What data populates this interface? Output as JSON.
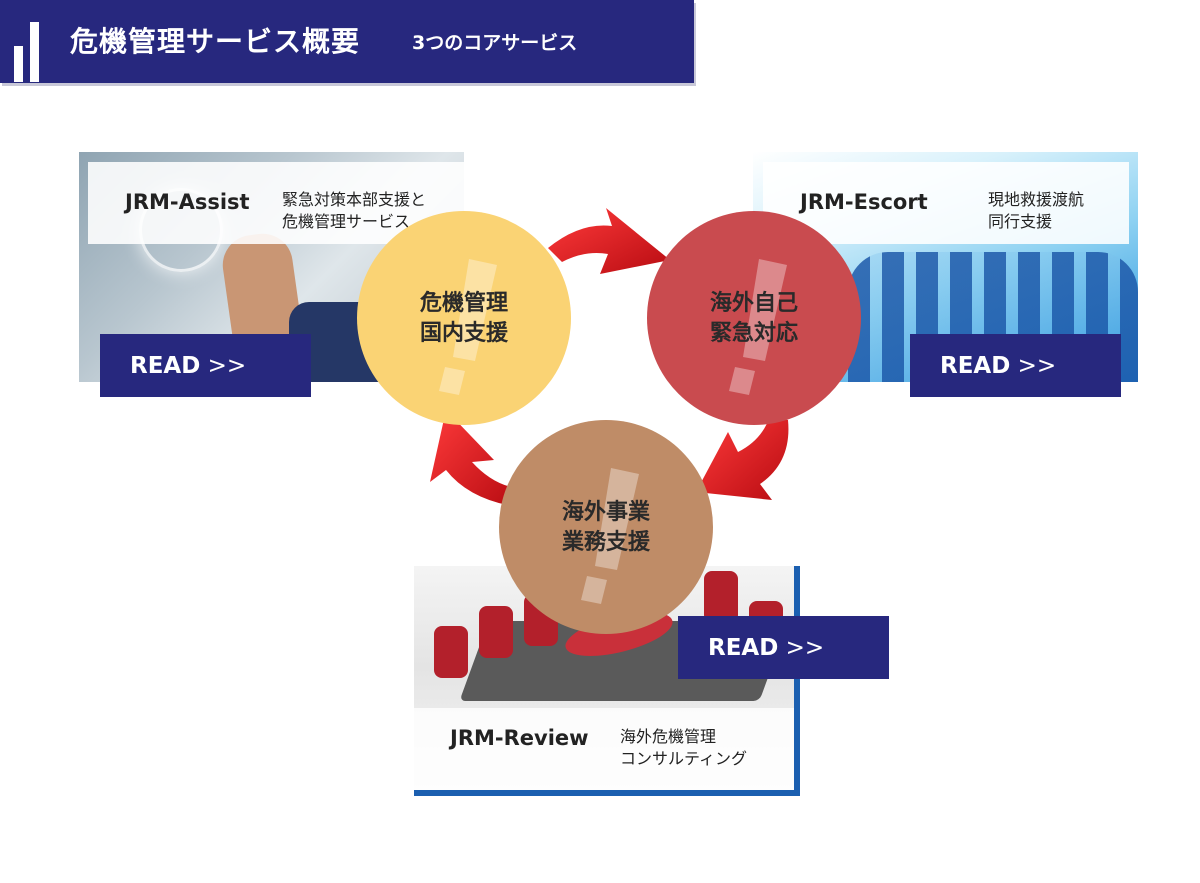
{
  "header": {
    "title": "危機管理サービス概要",
    "subtitle": "3つのコアサービス"
  },
  "services": {
    "assist": {
      "name": "JRM-Assist",
      "desc_line1": "緊急対策本部支援と",
      "desc_line2": "危機管理サービス",
      "read_label": "READ",
      "read_suffix": ">>"
    },
    "escort": {
      "name": "JRM-Escort",
      "desc_line1": "現地救援渡航",
      "desc_line2": "同行支援",
      "read_label": "READ",
      "read_suffix": ">>"
    },
    "review": {
      "name": "JRM-Review",
      "desc_line1": "海外危機管理",
      "desc_line2": "コンサルティング",
      "read_label": "READ",
      "read_suffix": ">>"
    }
  },
  "cycle": {
    "domestic": {
      "line1": "危機管理",
      "line2": "国内支援",
      "color": "#fad374"
    },
    "emergency": {
      "line1": "海外自己",
      "line2": "緊急対応",
      "color": "#c94b4f"
    },
    "overseas": {
      "line1": "海外事業",
      "line2": "業務支援",
      "color": "#bf8c67"
    }
  },
  "colors": {
    "navy": "#27287e",
    "arrow_red": "#e0141c",
    "review_border": "#1b5fb0"
  }
}
